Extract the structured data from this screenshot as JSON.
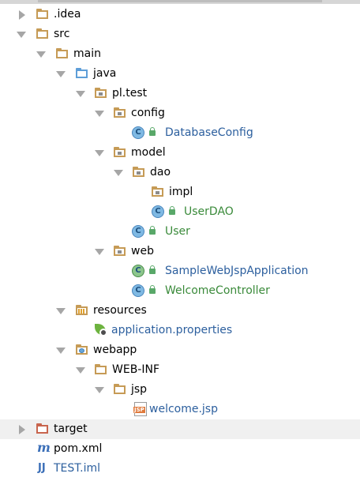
{
  "colors": {
    "folder": "#c69b56",
    "source_folder": "#5e9ed8",
    "excluded_folder": "#c8654e",
    "class_label": "#2c5f9e",
    "modified_label": "#3a8a3a",
    "selection_bg": "#f0f0f0"
  },
  "tree": {
    "idea": ".idea",
    "src": "src",
    "main": "main",
    "java": "java",
    "pl_test": "pl.test",
    "config": "config",
    "database_config": "DatabaseConfig",
    "model": "model",
    "dao": "dao",
    "impl": "impl",
    "user_dao": "UserDAO",
    "user": "User",
    "web": "web",
    "sample_app": "SampleWebJspApplication",
    "welcome_controller": "WelcomeController",
    "resources": "resources",
    "application_properties": "application.properties",
    "webapp": "webapp",
    "web_inf": "WEB-INF",
    "jsp": "jsp",
    "welcome_jsp": "welcome.jsp",
    "target": "target",
    "pom": "pom.xml",
    "iml": "TEST.iml"
  },
  "icons": {
    "class_letter": "C",
    "jsp_badge": "JSP",
    "maven_letter": "m",
    "iml_letter": "JJ"
  }
}
